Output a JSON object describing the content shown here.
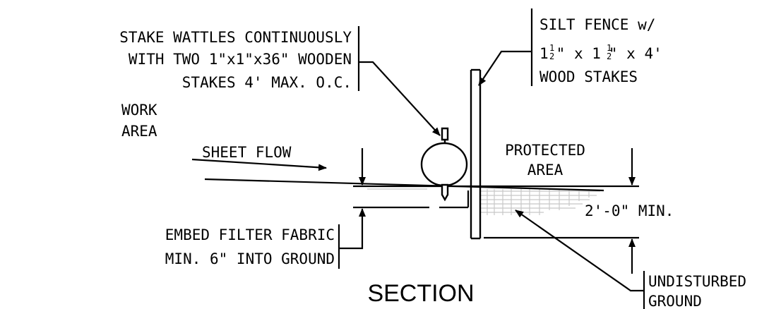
{
  "diagram": {
    "title": "SECTION",
    "stake_note": [
      "STAKE WATTLES CONTINUOUSLY",
      "WITH TWO 1\"x1\"x36\" WOODEN",
      "STAKES 4' MAX. O.C."
    ],
    "silt_fence_note": {
      "line1": "SILT FENCE w/",
      "line2_a": "1",
      "line2_b": "\" x 1",
      "line2_c": "\" x 4'",
      "frac_num": "1",
      "frac_den": "2",
      "line3": "WOOD STAKES"
    },
    "work_area": [
      "WORK",
      "AREA"
    ],
    "sheet_flow": "SHEET FLOW",
    "protected_area": [
      "PROTECTED",
      "AREA"
    ],
    "min_depth": "2'-0\" MIN.",
    "embed_note": [
      "EMBED FILTER FABRIC",
      "MIN. 6\" INTO GROUND"
    ],
    "undisturbed_ground": [
      "UNDISTURBED",
      "GROUND"
    ],
    "colors": {
      "line": "#000000",
      "hatch": "#c8c8c8",
      "background": "#ffffff"
    }
  }
}
